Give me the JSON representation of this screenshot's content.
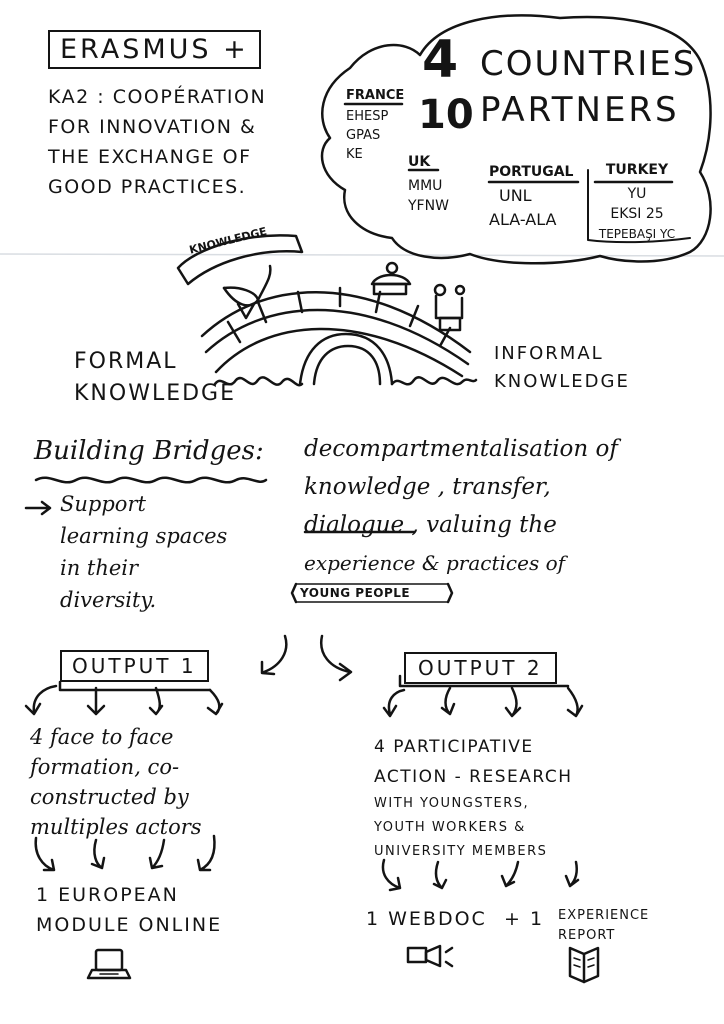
{
  "header": {
    "program": "ERASMUS +",
    "description_lines": [
      "KA2 : COOPÉRATION",
      "FOR INNOVATION &",
      "THE EXCHANGE OF",
      "GOOD PRACTICES."
    ]
  },
  "partners": {
    "countries_number": "4",
    "countries_label": "COUNTRIES",
    "partners_number": "10",
    "partners_label": "PARTNERS",
    "groups": [
      {
        "country": "FRANCE",
        "members": [
          "EHESP",
          "GPAS",
          "KE"
        ]
      },
      {
        "country": "UK",
        "members": [
          "MMU",
          "YFNW"
        ]
      },
      {
        "country": "PORTUGAL",
        "members": [
          "UNL",
          "ALA-ALA"
        ]
      },
      {
        "country": "TURKEY",
        "members": [
          "YU",
          "EKSI 25",
          "TEPEBAŞI YC"
        ]
      }
    ]
  },
  "bridge": {
    "sign_label": "KNOWLEDGE",
    "left_label_lines": [
      "FORMAL",
      "KNOWLEDGE"
    ],
    "right_label_lines": [
      "INFORMAL",
      "KNOWLEDGE"
    ]
  },
  "concept": {
    "title": "Building Bridges:",
    "support_lines": [
      "Support",
      "learning spaces",
      "in their",
      "diversity."
    ],
    "definition_lines": [
      "decompartmentalisation of",
      "knowledge , transfer,",
      "dialogue , valuing the",
      "experience & practices of"
    ],
    "highlight": "YOUNG PEOPLE"
  },
  "outputs": [
    {
      "title": "OUTPUT 1",
      "description_lines": [
        "4 face to face",
        "formation, co-",
        "constructed by",
        "multiples actors"
      ],
      "result_lines": [
        "1 EUROPEAN",
        "MODULE ONLINE"
      ]
    },
    {
      "title": "OUTPUT 2",
      "description_lines": [
        "4 PARTICIPATIVE",
        "ACTION - RESEARCH",
        "WITH YOUNGSTERS,",
        "YOUTH WORKERS &",
        "UNIVERSITY MEMBERS"
      ],
      "result_left": "1 WEBDOC",
      "result_plus": "+ 1",
      "result_right_lines": [
        "EXPERIENCE",
        "REPORT"
      ]
    }
  ]
}
